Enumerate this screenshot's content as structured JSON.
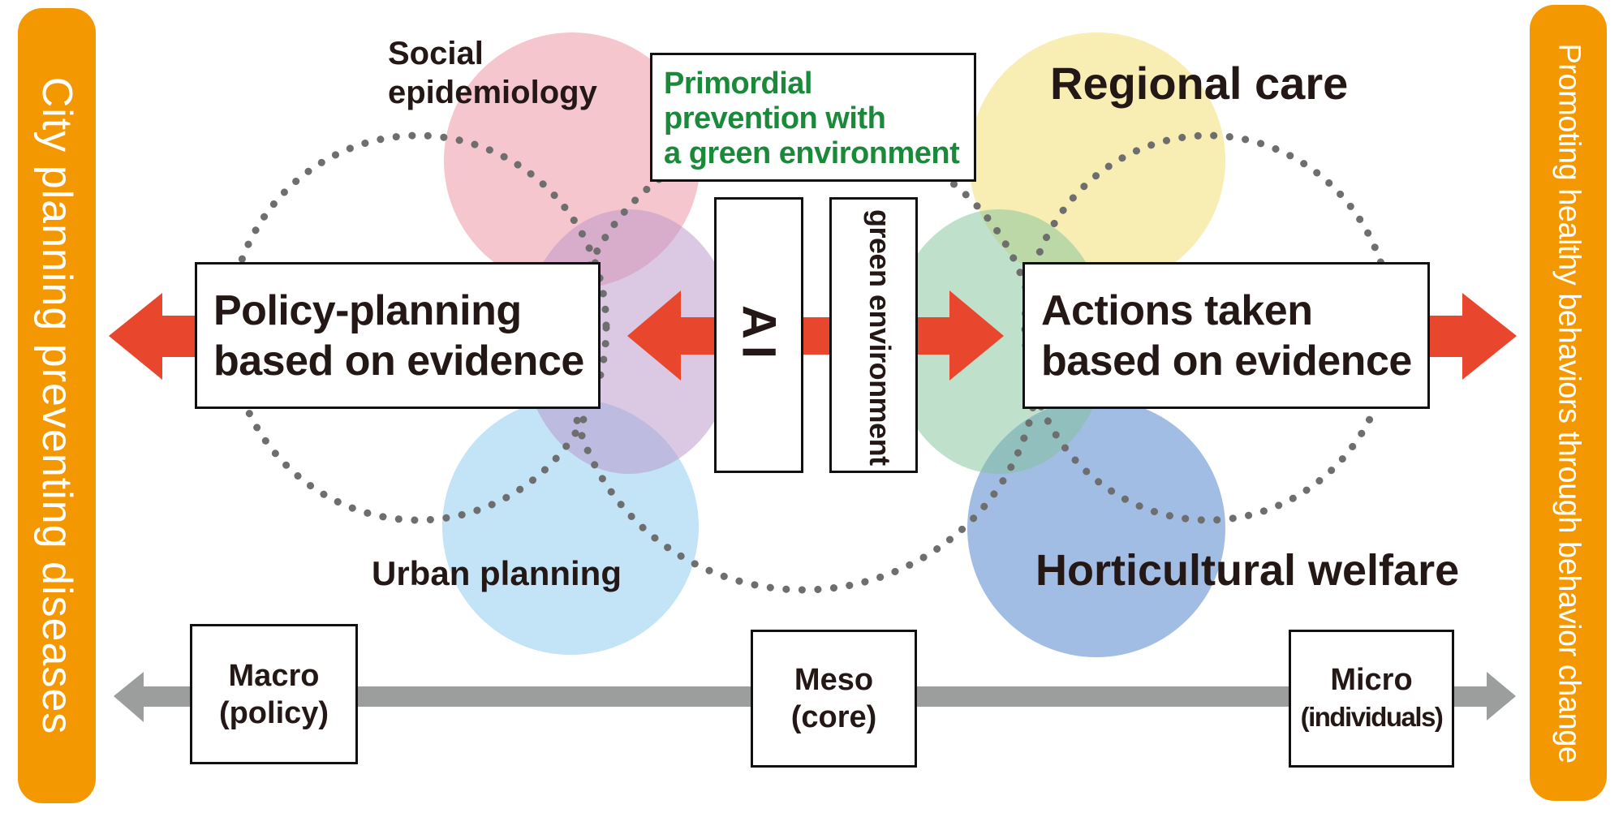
{
  "side_bars": {
    "left": "City planning preventing diseases",
    "right": "Promoting healthy behaviors through behavior change"
  },
  "domains": {
    "social_epidemiology": [
      "Social",
      "epidemiology"
    ],
    "regional_care": "Regional care",
    "urban_planning": "Urban planning",
    "horticultural_welfare": "Horticultural welfare"
  },
  "center": {
    "primordial": [
      "Primordial",
      "prevention with",
      "a green environment"
    ],
    "ai": "AI",
    "green_environment": "green environment"
  },
  "evidence_boxes": {
    "policy": [
      "Policy-planning",
      "based on evidence"
    ],
    "actions": [
      "Actions taken",
      "based on evidence"
    ]
  },
  "scale": {
    "macro": {
      "title": "Macro",
      "sub": "(policy)"
    },
    "meso": {
      "title": "Meso",
      "sub": "(core)"
    },
    "micro": {
      "title": "Micro",
      "sub": "(individuals)"
    }
  },
  "colors": {
    "orange_bar": "#f39800",
    "red_arrow": "#e8472e",
    "gray_arrow": "#9b9e9d",
    "dot": "#6e6e6e",
    "green_text": "#1a8a3a",
    "circles": {
      "social_epidemiology": "#f6c6ce",
      "ai_purple": "#d9c4e0",
      "urban_planning": "#c3e3f7",
      "regional_care": "#f8eeb4",
      "green_environment": "#bfe0c8",
      "horticultural_welfare": "#a1bde3"
    }
  }
}
